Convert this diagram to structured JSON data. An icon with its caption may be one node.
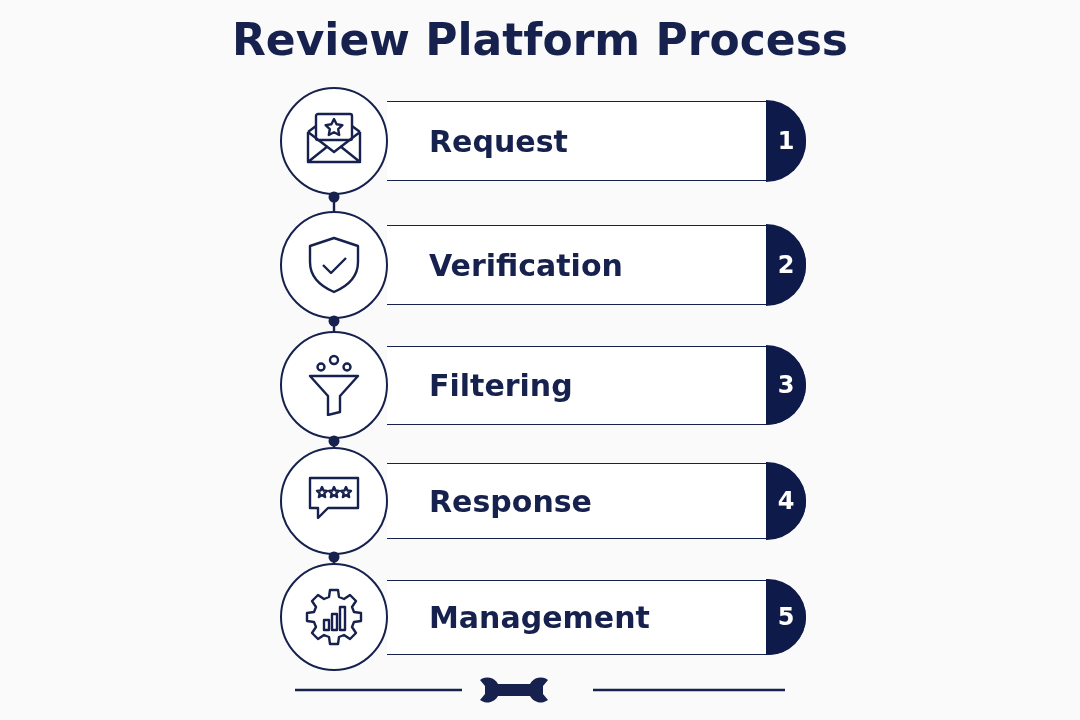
{
  "diagram": {
    "title": "Review Platform Process",
    "nodes": [
      {
        "text": [],
        "shape": "circle"
      },
      {
        "text": [
          "Request",
          "1"
        ]
      },
      {
        "text": [],
        "shape": "circle"
      },
      {
        "text": [
          "Verification",
          "2"
        ]
      },
      {
        "text": [],
        "shape": "circle"
      },
      {
        "text": [
          "Filtering",
          "3"
        ]
      },
      {
        "text": [],
        "shape": "circle"
      },
      {
        "text": [
          "Response",
          "4"
        ]
      },
      {
        "text": [],
        "shape": "circle"
      },
      {
        "text": [
          "Management",
          "5"
        ]
      }
    ],
    "edges": [
      {
        "from": 0,
        "to": 2,
        "arrow": "other"
      },
      {
        "from": 2,
        "to": 4,
        "arrow": "other"
      },
      {
        "from": 4,
        "to": 6,
        "arrow": "other"
      },
      {
        "from": 6,
        "to": 8,
        "arrow": "other"
      }
    ]
  }
}
